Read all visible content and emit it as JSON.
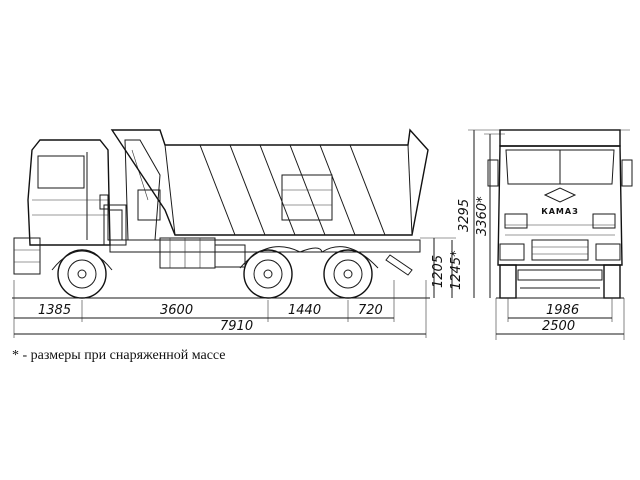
{
  "dimensions": {
    "front_overhang": "1385",
    "wheelbase_front": "3600",
    "bogie_spacing": "1440",
    "rear_overhang": "720",
    "overall_length": "7910",
    "frame_height": "1205",
    "frame_height_curb": "1245*",
    "overall_height": "3295",
    "overall_height_curb": "3360*",
    "track_width": "1986",
    "overall_width": "2500"
  },
  "front_badge": "КАМАЗ",
  "footnote": "* - размеры при снаряженной массе",
  "colors": {
    "line": "#1a1a1a",
    "background": "#ffffff"
  }
}
